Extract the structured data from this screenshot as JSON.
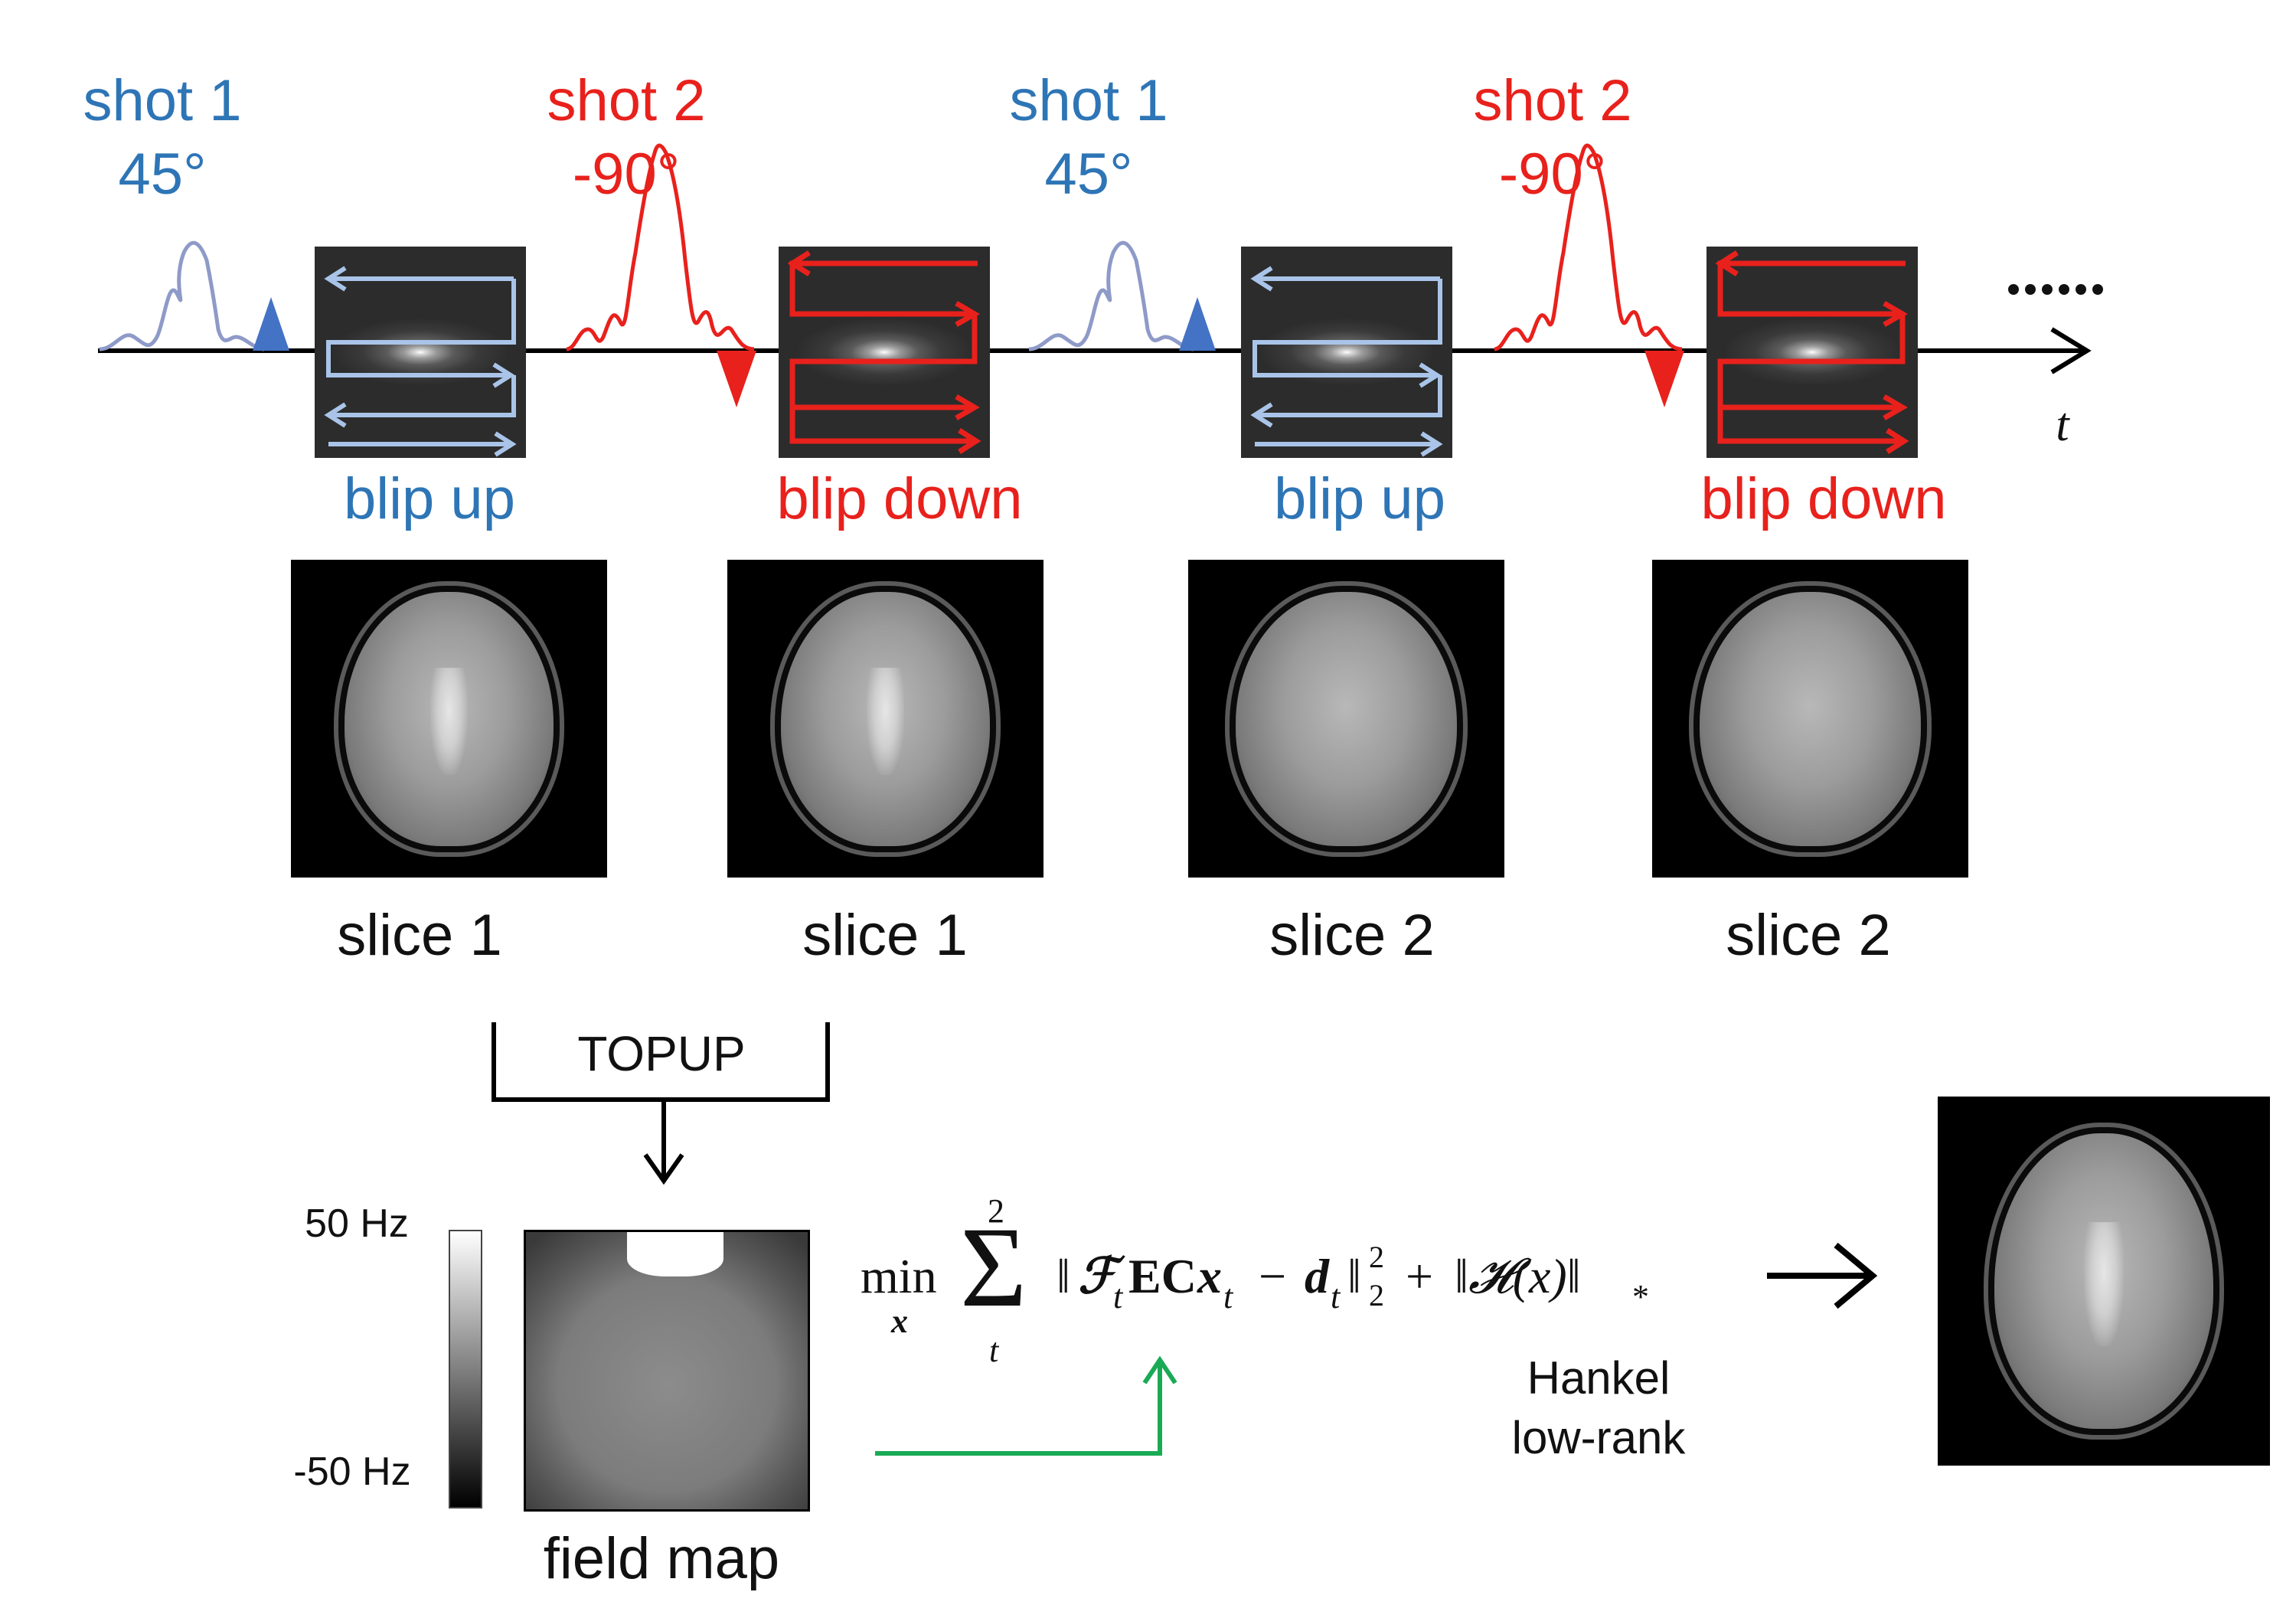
{
  "timeline": {
    "shot_labels": [
      {
        "shot": "shot 1",
        "angle": "45°",
        "color": "#2E75B6"
      },
      {
        "shot": "shot 2",
        "angle": "-90°",
        "color": "#E8211C"
      },
      {
        "shot": "shot 1",
        "angle": "45°",
        "color": "#2E75B6"
      },
      {
        "shot": "shot 2",
        "angle": "-90°",
        "color": "#E8211C"
      }
    ],
    "blip_labels": [
      "blip up",
      "blip down",
      "blip up",
      "blip down"
    ],
    "axis_label": "t",
    "ellipsis": "......"
  },
  "slices": [
    "slice 1",
    "slice 1",
    "slice 2",
    "slice 2"
  ],
  "topup_label": "TOPUP",
  "colorbar": {
    "max_label": "50 Hz",
    "min_label": "-50 Hz"
  },
  "field_map_label": "field map",
  "formula": {
    "min": "min",
    "min_sub": "x",
    "sum_top": "2",
    "sum_bottom": "t",
    "term_open": "‖",
    "op_F": "ℱ",
    "op_F_sub": "t",
    "op_EC": "EC",
    "var_x": "x",
    "var_x_sub": "t",
    "minus": "−",
    "var_d": "d",
    "var_d_sub": "t",
    "norm_close": "‖",
    "norm_sup": "2",
    "norm_sub": "2",
    "plus": "+",
    "hankel_op": "‖𝓗(x)‖",
    "nuclear_sub": "*"
  },
  "hankel_label": [
    "Hankel",
    "low-rank"
  ],
  "colors": {
    "blue": "#2E75B6",
    "light_blue": "#A9C4E8",
    "red": "#E8211C",
    "green": "#1AAA55",
    "black": "#111111",
    "pulse_blue": "#8E9AC8"
  }
}
